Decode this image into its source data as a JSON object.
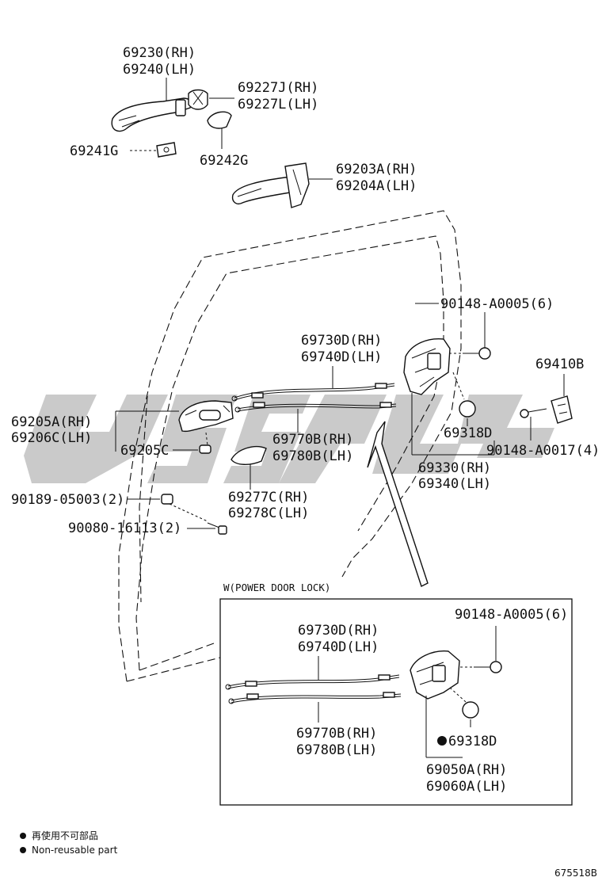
{
  "labels": {
    "outer_handle_rh": "69230(RH)",
    "outer_handle_lh": "69240(LH)",
    "cover_rh": "69227J(RH)",
    "cover_lh": "69227L(LH)",
    "pad_69241g": "69241G",
    "pad_69242g": "69242G",
    "frame_rh": "69203A(RH)",
    "frame_lh": "69204A(LH)",
    "screw_top": "90148-A0005(6)",
    "cable_a_rh": "69730D(RH)",
    "cable_a_lh": "69740D(LH)",
    "striker": "69410B",
    "inner_handle_rh": "69205A(RH)",
    "inner_handle_lh": "69206C(LH)",
    "cable_b_rh": "69770B(RH)",
    "cable_b_lh": "69780B(LH)",
    "plug": "69318D",
    "screw_striker": "90148-A0017(4)",
    "bushing": "69205C",
    "lock_rh": "69330(RH)",
    "lock_lh": "69340(LH)",
    "clip": "90189-05003(2)",
    "bezel_rh": "69277C(RH)",
    "bezel_lh": "69278C(LH)",
    "bolt": "90080-16113(2)"
  },
  "inset": {
    "title": "W(POWER DOOR LOCK)",
    "screw": "90148-A0005(6)",
    "cable_a_rh": "69730D(RH)",
    "cable_a_lh": "69740D(LH)",
    "cable_b_rh": "69770B(RH)",
    "cable_b_lh": "69780B(LH)",
    "plug": "69318D",
    "lock_rh": "69050A(RH)",
    "lock_lh": "69060A(LH)"
  },
  "legend": {
    "line_cn": "再使用不可部品",
    "line_en": "Non-reusable part"
  },
  "diagram_number": "675518B"
}
